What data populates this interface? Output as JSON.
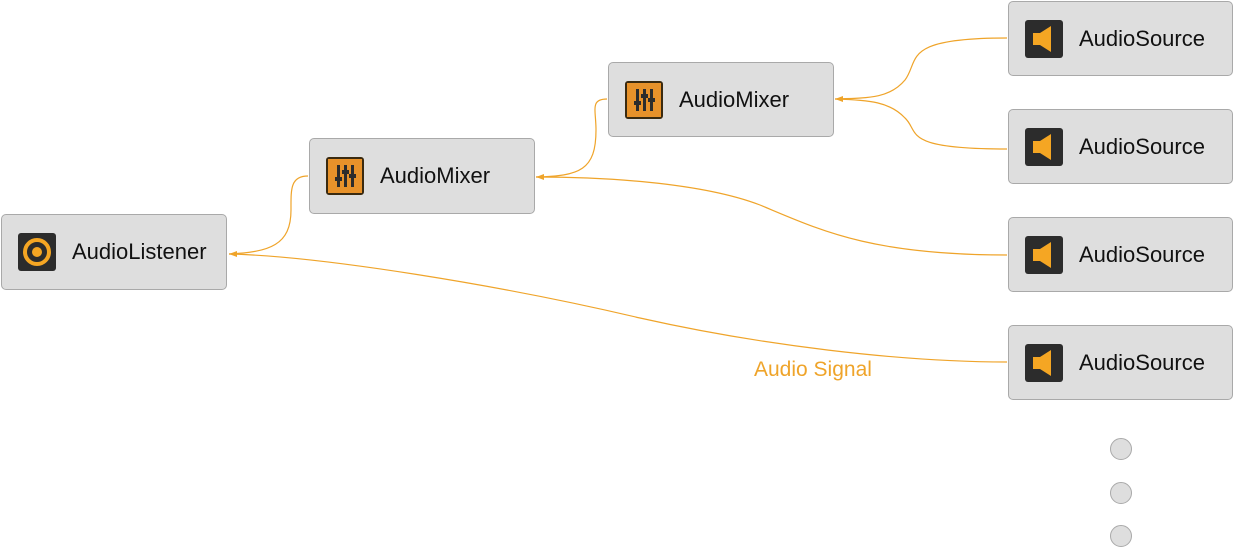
{
  "colors": {
    "node_fill": "#dedede",
    "node_border": "#a9a9a9",
    "signal": "#efa42a",
    "icon_bg": "#2c2c2c",
    "icon_orange": "#f5a623"
  },
  "nodes": {
    "listener": {
      "label": "AudioListener",
      "icon": "audio-listener-icon"
    },
    "mixer_root": {
      "label": "AudioMixer",
      "icon": "audio-mixer-icon"
    },
    "mixer_child": {
      "label": "AudioMixer",
      "icon": "audio-mixer-icon"
    },
    "sources": [
      {
        "label": "AudioSource",
        "icon": "speaker-icon"
      },
      {
        "label": "AudioSource",
        "icon": "speaker-icon"
      },
      {
        "label": "AudioSource",
        "icon": "speaker-icon"
      },
      {
        "label": "AudioSource",
        "icon": "speaker-icon"
      }
    ]
  },
  "edge_label": "Audio Signal",
  "more_indicator": "ellipsis-dots"
}
